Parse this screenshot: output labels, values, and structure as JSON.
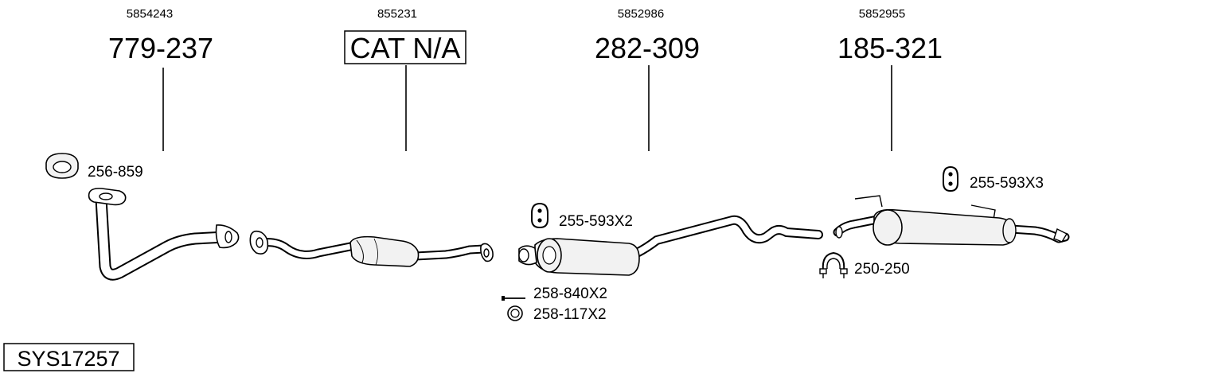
{
  "system": {
    "code": "SYS17257"
  },
  "parts": [
    {
      "oe_number": "5854243",
      "part_number": "779-237",
      "boxed": false
    },
    {
      "oe_number": "855231",
      "part_number": "CAT N/A",
      "boxed": true
    },
    {
      "oe_number": "5852986",
      "part_number": "282-309",
      "boxed": false
    },
    {
      "oe_number": "5852955",
      "part_number": "185-321",
      "boxed": false
    }
  ],
  "accessories": [
    {
      "label": "256-859",
      "icon": "gasket-ring-icon"
    },
    {
      "label": "255-593X2",
      "icon": "rubber-hanger-icon"
    },
    {
      "label": "258-840X2",
      "icon": "bolt-icon"
    },
    {
      "label": "258-117X2",
      "icon": "sealing-ring-icon"
    },
    {
      "label": "255-593X3",
      "icon": "rubber-hanger-icon"
    },
    {
      "label": "250-250",
      "icon": "pipe-clamp-icon"
    }
  ]
}
